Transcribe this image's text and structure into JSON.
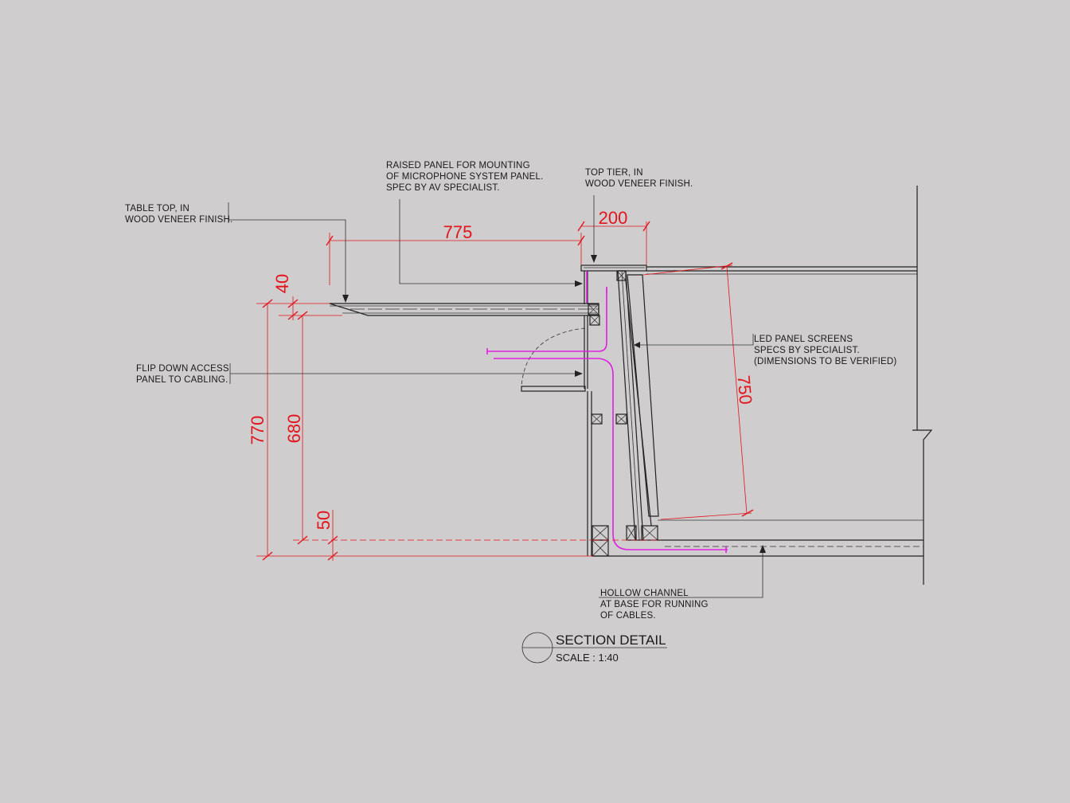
{
  "colors": {
    "background": "#cfcdcd",
    "linework": "#222222",
    "dimension": "#e4141b",
    "cabling": "#e020e0"
  },
  "labels": {
    "table_top": [
      "TABLE TOP, IN",
      "WOOD VENEER FINISH."
    ],
    "raised_panel": [
      "RAISED PANEL FOR MOUNTING",
      "OF MICROPHONE SYSTEM PANEL.",
      "SPEC BY AV SPECIALIST."
    ],
    "top_tier": [
      "TOP TIER, IN",
      "WOOD VENEER FINISH."
    ],
    "led_panel": [
      "LED PANEL SCREENS",
      "SPECS BY SPECIALIST.",
      "(DIMENSIONS TO BE VERIFIED)"
    ],
    "flip_down": [
      "FLIP DOWN ACCESS",
      "PANEL TO CABLING."
    ],
    "hollow_channel": [
      "HOLLOW CHANNEL",
      "AT BASE FOR RUNNING",
      "OF CABLES."
    ]
  },
  "dimensions": {
    "table_depth": "775",
    "top_tier_width": "200",
    "table_top_thickness": "40",
    "total_height": "770",
    "table_height": "680",
    "base_height": "50",
    "screen_length": "750"
  },
  "title_block": {
    "title": "SECTION DETAIL",
    "scale": "SCALE : 1:40"
  }
}
